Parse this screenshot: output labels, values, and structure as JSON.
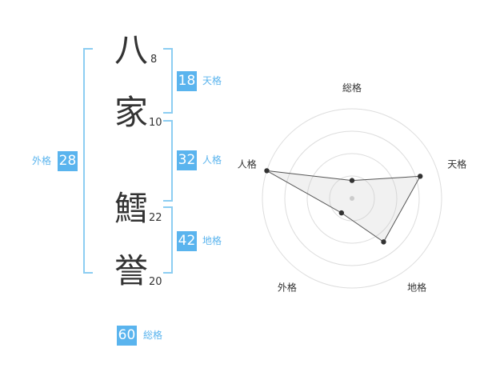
{
  "name": {
    "chars": [
      {
        "char": "八",
        "strokes": "8"
      },
      {
        "char": "家",
        "strokes": "10"
      },
      {
        "char": "鱈",
        "strokes": "22"
      },
      {
        "char": "誉",
        "strokes": "20"
      }
    ]
  },
  "kakusu": {
    "tenkaku": {
      "value": "18",
      "label": "天格"
    },
    "jinkaku": {
      "value": "32",
      "label": "人格"
    },
    "chikaku": {
      "value": "42",
      "label": "地格"
    },
    "gaikaku": {
      "value": "28",
      "label": "外格"
    },
    "soukaku": {
      "value": "60",
      "label": "総格"
    }
  },
  "colors": {
    "accent": "#5ab4ee",
    "bracket": "#8ccdf2",
    "text": "#333333"
  },
  "chart_data": {
    "type": "radar",
    "axes": [
      "総格",
      "天格",
      "地格",
      "外格",
      "人格"
    ],
    "max": 5,
    "rings": 4,
    "values": [
      1,
      4,
      3,
      1,
      5
    ]
  }
}
